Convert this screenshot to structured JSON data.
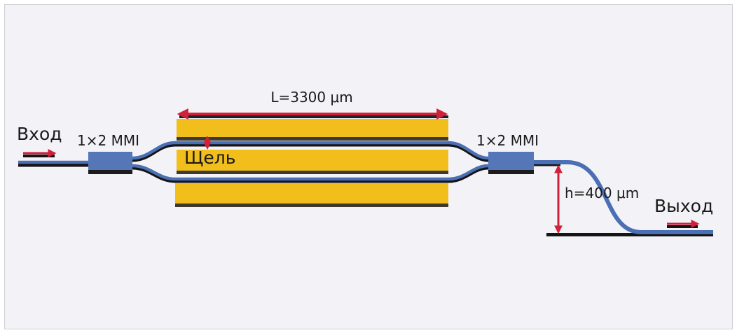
{
  "labels": {
    "input": "Вход",
    "output": "Выход",
    "mmi_left": "1×2 MMI",
    "mmi_right": "1×2 MMI",
    "length": "L=3300 μm",
    "gap": "Щель",
    "height": "h=400 μm"
  },
  "colors": {
    "waveguide": "#4a6fb5",
    "waveguide_shadow": "#141414",
    "mmi": "#5577b8",
    "electrode": "#f1be1c",
    "electrode_shadow": "#3e3a30",
    "arrow": "#d0203a",
    "background": "#f2f2f7"
  }
}
